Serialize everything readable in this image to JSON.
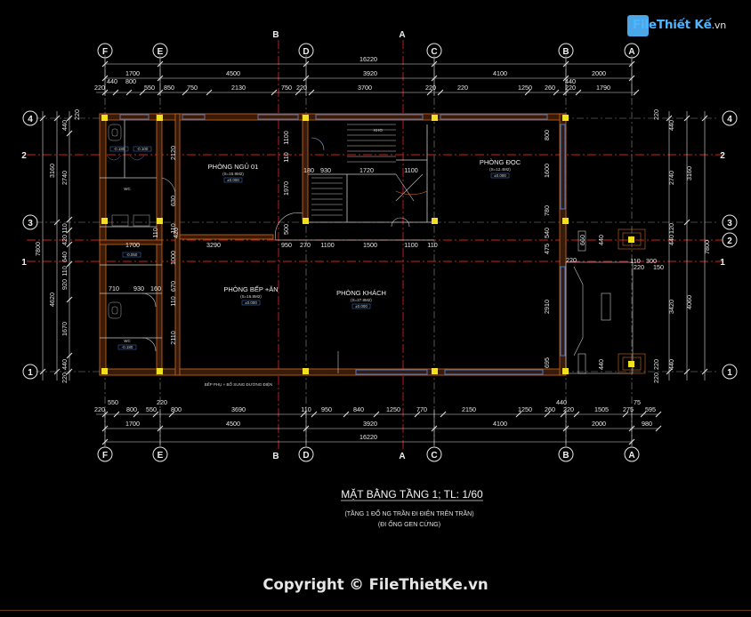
{
  "drawing": {
    "title": "MẶT BẰNG TẦNG 1; TL: 1/60",
    "note1": "(TẦNG 1 ĐỔ NG TRẦN ĐI ĐIỆN TRÊN TRẦN)",
    "note2": "(ĐI ỐNG GEN CỨNG)"
  },
  "watermark": {
    "brand": "FileThiết Kế",
    "tld": ".vn"
  },
  "footer": {
    "copyright": "Copyright © FileThietKe.vn"
  },
  "grid": {
    "vertical": [
      "F",
      "E",
      "B",
      "D",
      "A",
      "C",
      "B",
      "A"
    ],
    "horizontal": [
      "4",
      "2",
      "3",
      "2",
      "1",
      "1"
    ]
  },
  "rooms": {
    "bedroom": {
      "name": "PHÒNG NGỦ 01",
      "area": "(S=15.9M2)",
      "level": "±0.000"
    },
    "study": {
      "name": "PHÒNG ĐỌC",
      "area": "(S=12.4M2)",
      "level": "±0.000"
    },
    "kitchen": {
      "name": "PHÒNG BẾP +ĂN",
      "area": "(S=16.8M2)",
      "level": "±0.000"
    },
    "living": {
      "name": "PHÒNG KHÁCH",
      "area": "(S=27.8M2)",
      "level": "±0.000"
    },
    "wc1": {
      "name": "WC"
    },
    "wc2": {
      "name": "WC",
      "level": "-0.180"
    },
    "kho": {
      "name": "KHO"
    },
    "extra_kitchen": {
      "name": "BẾP PHỤ + BỔ SUNG ĐƯỜNG ĐIỆN"
    },
    "levels": {
      "l1": "-0.180",
      "l2": "-0.100",
      "l3": "-0.050"
    }
  },
  "dims": {
    "top_total": "16220",
    "top_row1": [
      "1700",
      "4500",
      "3920",
      "4100",
      "2000"
    ],
    "top_row2": [
      "220",
      "440",
      "800",
      "550",
      "850",
      "750",
      "2130",
      "750",
      "220",
      "3700",
      "220",
      "1250",
      "260",
      "220",
      "1790"
    ],
    "bot_row1": [
      "220",
      "550",
      "800",
      "550",
      "800",
      "3690",
      "110",
      "950",
      "840",
      "1250",
      "770",
      "2150",
      "1250",
      "260",
      "220",
      "1505",
      "275",
      "595"
    ],
    "bot_row2": [
      "1700",
      "4500",
      "3920",
      "4100",
      "2000",
      "980"
    ],
    "bot_total": "16220",
    "bot_small": [
      "220",
      "440",
      "75"
    ],
    "left_outer": [
      "7800"
    ],
    "left_mid": [
      "3160",
      "4620"
    ],
    "left_inner": [
      "440",
      "2740",
      "110",
      "420",
      "640",
      "110",
      "920",
      "1670",
      "440",
      "220"
    ],
    "right_outer": [
      "7800"
    ],
    "right_mid": [
      "3160",
      "4060"
    ],
    "right_inner": [
      "440",
      "220",
      "2740",
      "120",
      "440",
      "3420",
      "220",
      "440",
      "220"
    ],
    "inner": {
      "a": "2120",
      "b": "630",
      "c": "1100",
      "d": "110",
      "e": "1970",
      "f": "500",
      "g": "180",
      "h": "930",
      "i": "1720",
      "j": "1100",
      "k": "800",
      "l": "1600",
      "m": "780",
      "n": "540",
      "o": "475",
      "p": "660",
      "q": "440",
      "r": "1700",
      "s": "3290",
      "t": "950",
      "u": "270",
      "v": "1100",
      "w": "1500",
      "x": "1100",
      "y": "110",
      "z": "710",
      "aa": "930",
      "ab": "160",
      "ac": "670",
      "ad": "110",
      "ae": "1000",
      "af": "2110",
      "ag": "2910",
      "ah": "695",
      "ai": "110",
      "aj": "300",
      "ak": "220",
      "al": "150",
      "am": "220",
      "an": "420",
      "ao": "110"
    }
  }
}
